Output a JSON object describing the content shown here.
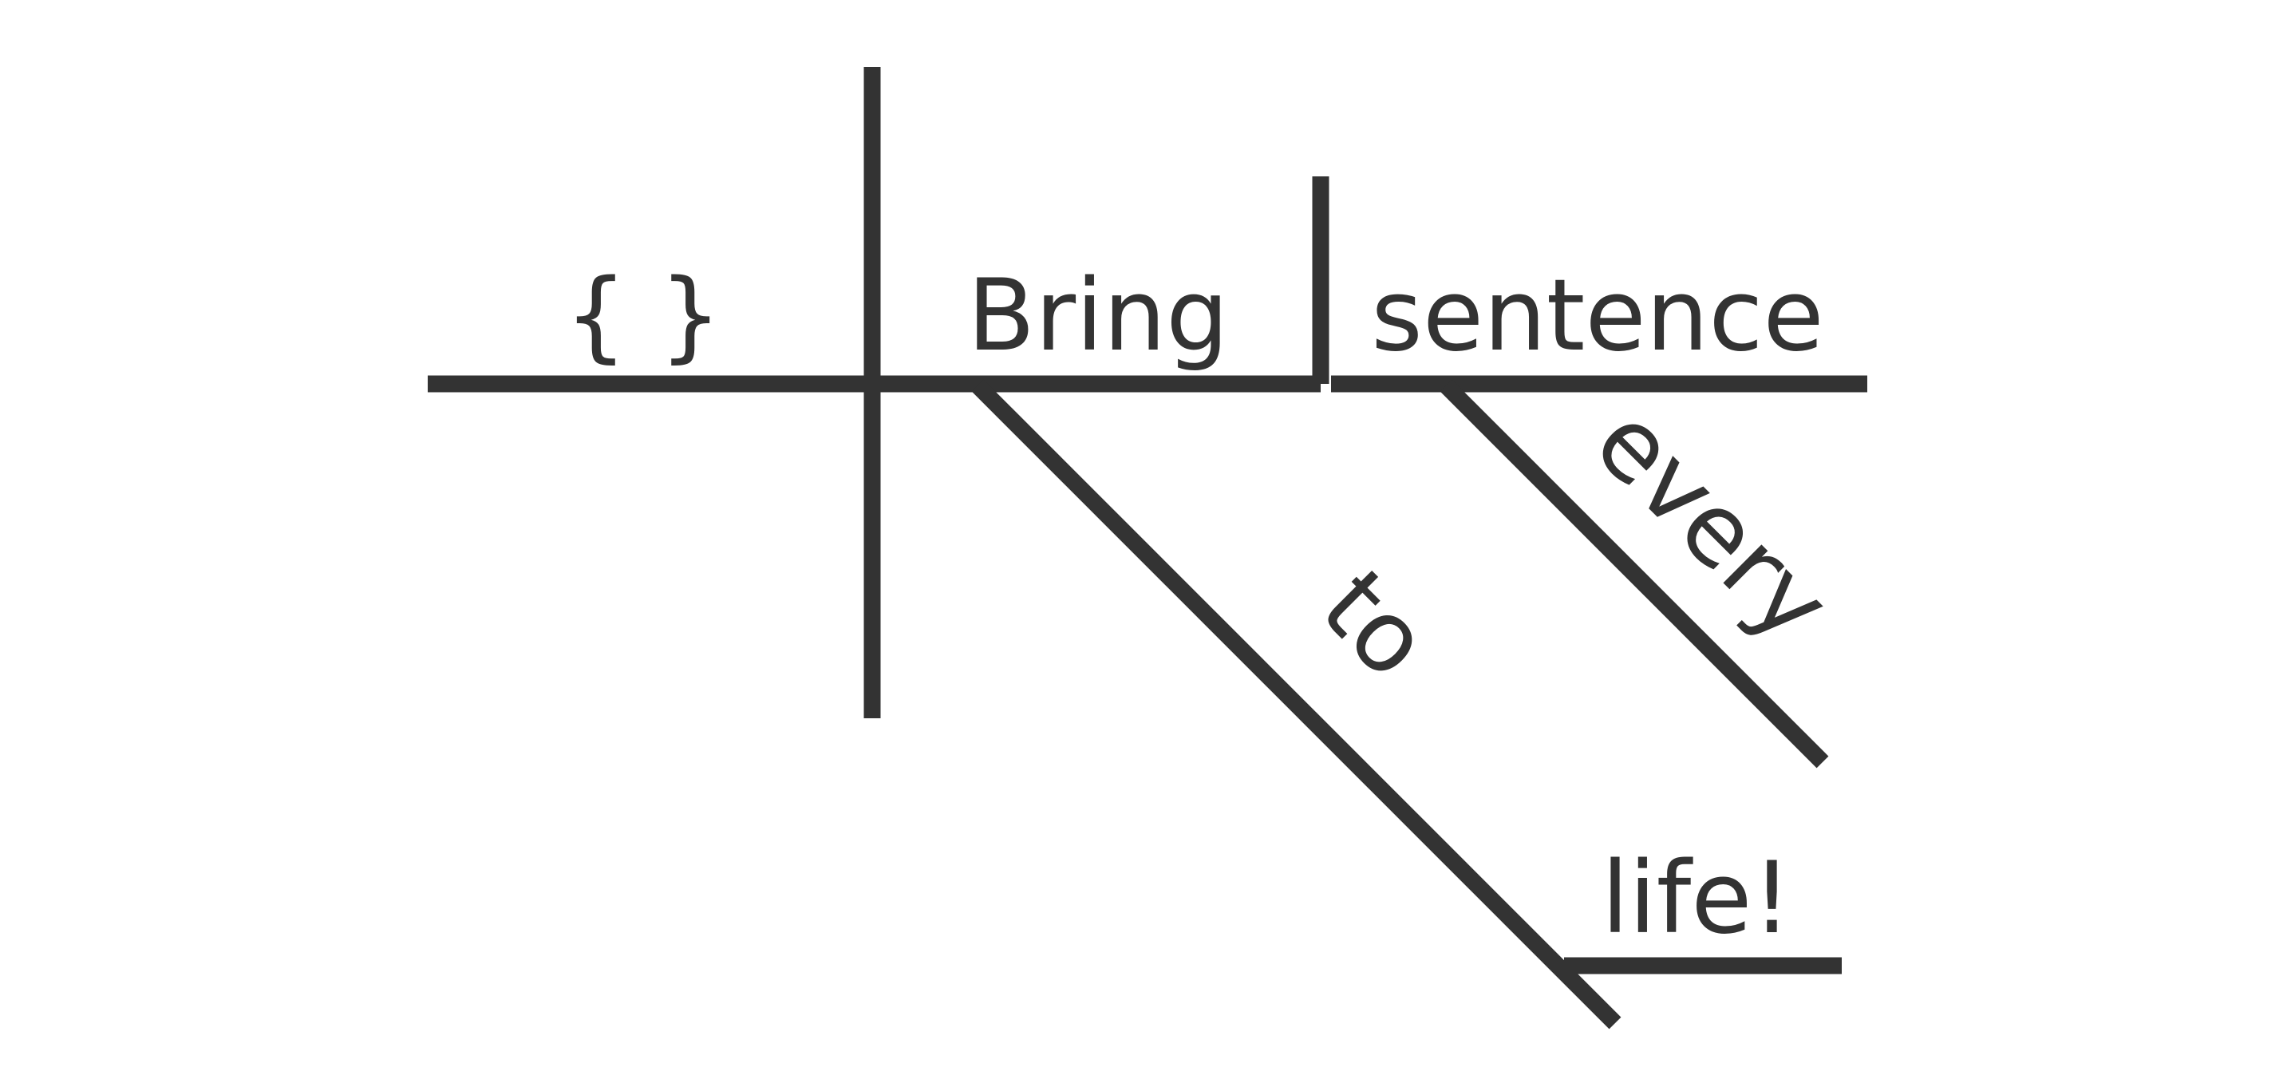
{
  "colors": {
    "ink": "#333333",
    "background": "#ffffff"
  },
  "diagram": {
    "subject": "{ }",
    "verb": "Bring",
    "object": "sentence",
    "object_modifier": "every",
    "preposition": "to",
    "prepositional_object": "life!"
  }
}
